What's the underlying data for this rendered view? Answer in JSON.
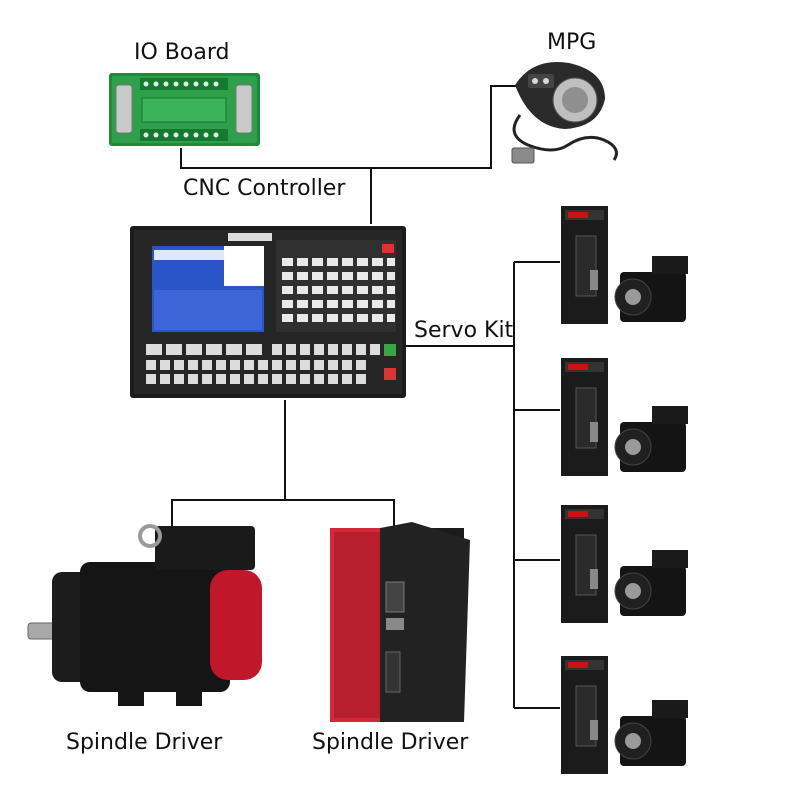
{
  "labels": {
    "io_board": "IO Board",
    "mpg": "MPG",
    "cnc_controller": "CNC Controller",
    "servo_kit": "Servo Kit",
    "spindle_driver_left": "Spindle Driver",
    "spindle_driver_right": "Spindle Driver"
  },
  "colors": {
    "line": "#111111",
    "board_green": "#1f8a3c",
    "controller_body": "#1c1c1c",
    "screen_blue": "#2a55c8",
    "drive_black": "#1b1b1b",
    "motor_red": "#c0182a",
    "drive_red": "#d3283a"
  },
  "icons": [
    "io-board-icon",
    "mpg-handwheel-icon",
    "cnc-controller-icon",
    "servo-drive-icon",
    "servo-motor-icon",
    "spindle-motor-icon",
    "spindle-drive-icon"
  ]
}
